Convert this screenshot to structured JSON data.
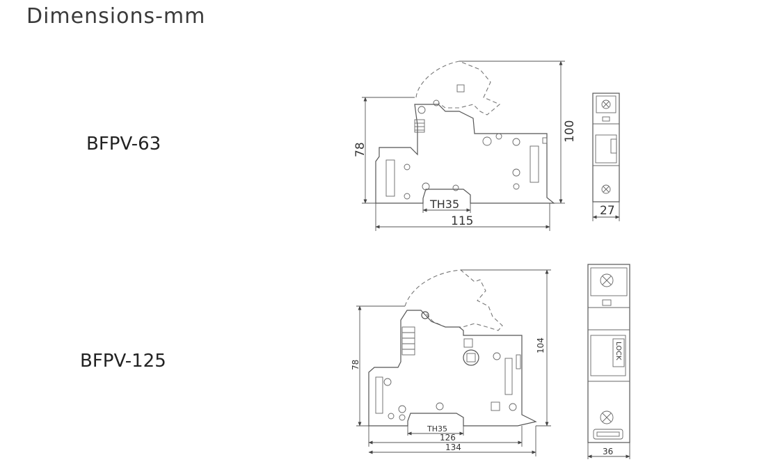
{
  "header": {
    "title": "Dimensions-mm"
  },
  "models": [
    {
      "name": "BFPV-63",
      "dims": {
        "width": "115",
        "height_base": "78",
        "height_total": "100",
        "depth": "27",
        "rail": "TH35"
      },
      "side_label": ""
    },
    {
      "name": "BFPV-125",
      "dims": {
        "width": "134",
        "width_inner": "126",
        "height_base": "78",
        "height_total": "104",
        "depth": "36",
        "rail": "TH35"
      },
      "side_label": "LOCK"
    }
  ]
}
